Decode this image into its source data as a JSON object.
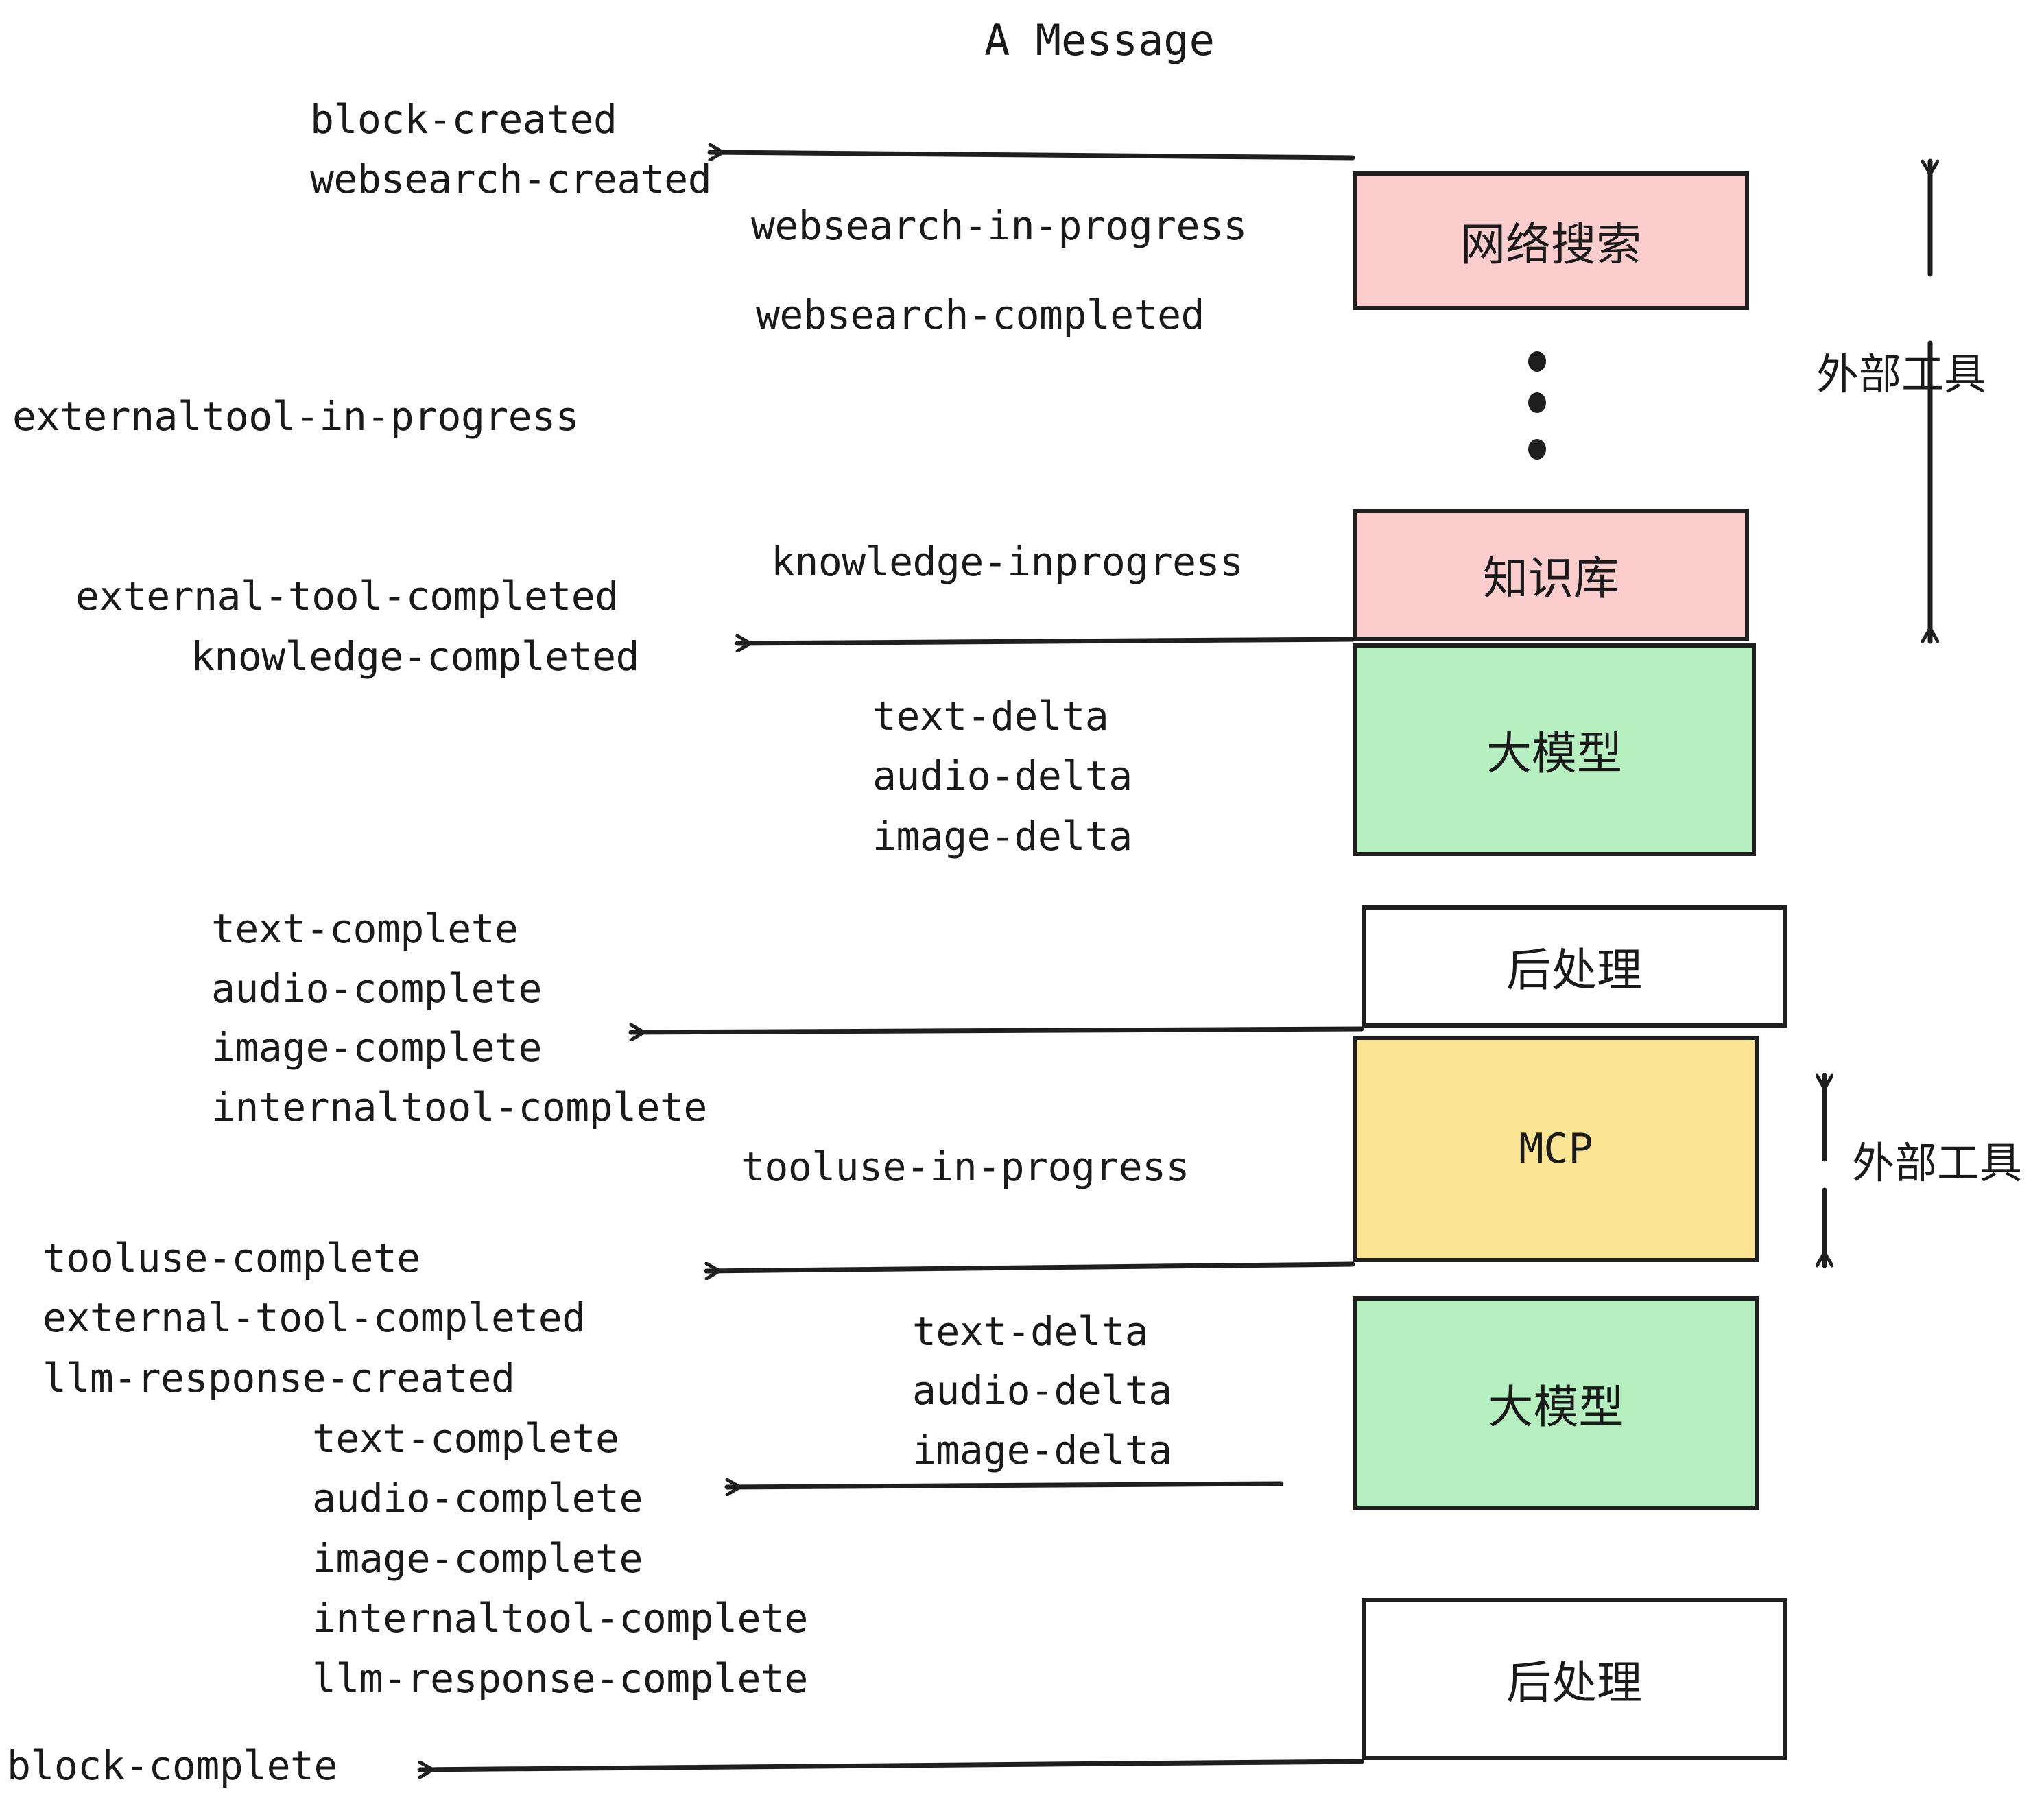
{
  "title": "A Message",
  "colors": {
    "pink": "#fbcdcd",
    "green": "#b7f0c0",
    "yellow": "#fbe493",
    "white": "#ffffff",
    "stroke": "#1f1f1f",
    "text": "#1a1a1a"
  },
  "nodes": [
    {
      "id": "websearch",
      "label": "网络搜索",
      "fill": "#fbcdcd"
    },
    {
      "id": "knowledge",
      "label": "知识库",
      "fill": "#fbcdcd"
    },
    {
      "id": "llm-1",
      "label": "大模型",
      "fill": "#b7f0c0"
    },
    {
      "id": "postprocess-1",
      "label": "后处理",
      "fill": "#ffffff"
    },
    {
      "id": "mcp",
      "label": "MCP",
      "fill": "#fbe493"
    },
    {
      "id": "llm-2",
      "label": "大模型",
      "fill": "#b7f0c0"
    },
    {
      "id": "postprocess-2",
      "label": "后处理",
      "fill": "#ffffff"
    }
  ],
  "side_labels": [
    {
      "id": "external-tools-top",
      "text": "外部工具"
    },
    {
      "id": "external-tools-bottom",
      "text": "外部工具"
    }
  ],
  "events": [
    {
      "id": "block-created",
      "text": "block-created"
    },
    {
      "id": "websearch-created",
      "text": "websearch-created"
    },
    {
      "id": "websearch-in-progress",
      "text": "websearch-in-progress"
    },
    {
      "id": "websearch-completed",
      "text": "websearch-completed"
    },
    {
      "id": "externaltool-in-progress",
      "text": "externaltool-in-progress"
    },
    {
      "id": "knowledge-inprogress",
      "text": "knowledge-inprogress"
    },
    {
      "id": "external-tool-completed-1",
      "text": "external-tool-completed"
    },
    {
      "id": "knowledge-completed",
      "text": "knowledge-completed"
    },
    {
      "id": "text-delta-1",
      "text": "text-delta"
    },
    {
      "id": "audio-delta-1",
      "text": "audio-delta"
    },
    {
      "id": "image-delta-1",
      "text": "image-delta"
    },
    {
      "id": "text-complete-1",
      "text": "text-complete"
    },
    {
      "id": "audio-complete-1",
      "text": "audio-complete"
    },
    {
      "id": "image-complete-1",
      "text": "image-complete"
    },
    {
      "id": "internaltool-complete-1",
      "text": "internaltool-complete"
    },
    {
      "id": "tooluse-in-progress",
      "text": "tooluse-in-progress"
    },
    {
      "id": "tooluse-complete",
      "text": "tooluse-complete"
    },
    {
      "id": "external-tool-completed-2",
      "text": "external-tool-completed"
    },
    {
      "id": "llm-response-created",
      "text": "llm-response-created"
    },
    {
      "id": "text-delta-2",
      "text": "text-delta"
    },
    {
      "id": "audio-delta-2",
      "text": "audio-delta"
    },
    {
      "id": "image-delta-2",
      "text": "image-delta"
    },
    {
      "id": "text-complete-2",
      "text": "text-complete"
    },
    {
      "id": "audio-complete-2",
      "text": "audio-complete"
    },
    {
      "id": "image-complete-2",
      "text": "image-complete"
    },
    {
      "id": "internaltool-complete-2",
      "text": "internaltool-complete"
    },
    {
      "id": "llm-response-complete",
      "text": "llm-response-complete"
    },
    {
      "id": "block-complete",
      "text": "block-complete"
    }
  ],
  "ellipsis_dots": 3
}
